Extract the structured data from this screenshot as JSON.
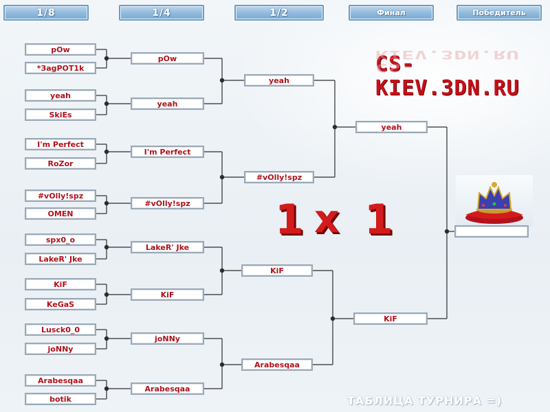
{
  "rounds": [
    "1/8",
    "1/4",
    "1/2",
    "Финал",
    "Победитель"
  ],
  "logo": "CS-KIEV.3DN.RU",
  "score": {
    "left": "1",
    "sep": "x",
    "right": "1"
  },
  "footer": "ТАБЛИЦА ТУРНИРА =)",
  "r1": [
    "pOw",
    "*ЗagPOT1k",
    "yeah",
    "SkiEs",
    "I'm Perfect",
    "RoZor",
    "#vOlly!spz",
    "OMEN",
    "spx0_o",
    "LakeR' Jke",
    "KiF",
    "KeGaS",
    "Lusck0_0",
    "joNNy",
    "Arabesqaa",
    "botik"
  ],
  "r2": [
    "pOw",
    "yeah",
    "I'm Perfect",
    "#vOlly!spz",
    "LakeR' Jke",
    "KiF",
    "joNNy",
    "Arabesqaa"
  ],
  "r3": [
    "yeah",
    "#vOlly!spz",
    "KiF",
    "Arabesqaa"
  ],
  "r4": [
    "yeah",
    "KiF"
  ],
  "winner": "",
  "colors": {
    "name": "#b0101a",
    "header": "#8fb9dc",
    "lines": "#2c2c2c",
    "logo": "#c41019",
    "score": "#d41b1b"
  },
  "icons": [
    "crown-icon"
  ]
}
